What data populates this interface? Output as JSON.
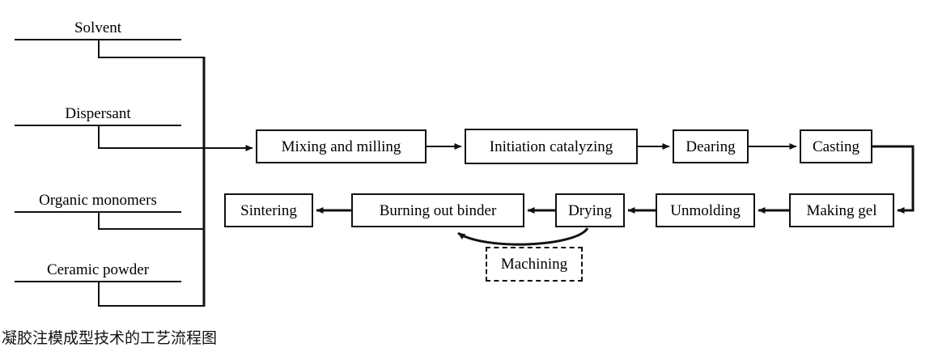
{
  "diagram": {
    "title_caption": "凝胶注模成型技术的工艺流程图",
    "inputs": [
      {
        "label": "Solvent",
        "id": "solvent"
      },
      {
        "label": "Dispersant",
        "id": "dispersant"
      },
      {
        "label": "Organic monomers",
        "id": "organic-monomers"
      },
      {
        "label": "Ceramic powder",
        "id": "ceramic-powder"
      }
    ],
    "row1": [
      {
        "label": "Mixing and milling",
        "id": "mixing-and-milling"
      },
      {
        "label": "Initiation catalyzing",
        "id": "initiation-catalyzing"
      },
      {
        "label": "Dearing",
        "id": "dearing"
      },
      {
        "label": "Casting",
        "id": "casting"
      }
    ],
    "row2": [
      {
        "label": "Making gel",
        "id": "making-gel"
      },
      {
        "label": "Unmolding",
        "id": "unmolding"
      },
      {
        "label": "Drying",
        "id": "drying"
      },
      {
        "label": "Burning out binder",
        "id": "burning-out-binder"
      },
      {
        "label": "Sintering",
        "id": "sintering"
      }
    ],
    "optional": {
      "label": "Machining",
      "id": "machining",
      "style": "dashed"
    },
    "colors": {
      "stroke": "#111111",
      "background": "#ffffff",
      "text": "#000000"
    }
  }
}
